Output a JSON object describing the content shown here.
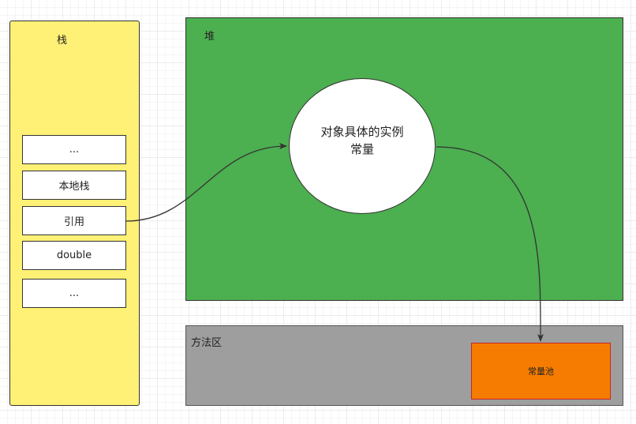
{
  "stack": {
    "title": "栈",
    "frames": [
      "...",
      "本地栈",
      "引用",
      "double",
      "..."
    ]
  },
  "heap": {
    "title": "堆",
    "object_line1": "对象具体的实例",
    "object_line2": "常量"
  },
  "method_area": {
    "title": "方法区",
    "constant_pool": "常量池"
  },
  "colors": {
    "stack_fill": "#fff176",
    "heap_fill": "#4caf50",
    "method_area_fill": "#9e9e9e",
    "constant_pool_fill": "#f57c00",
    "constant_pool_border": "#c62828"
  }
}
